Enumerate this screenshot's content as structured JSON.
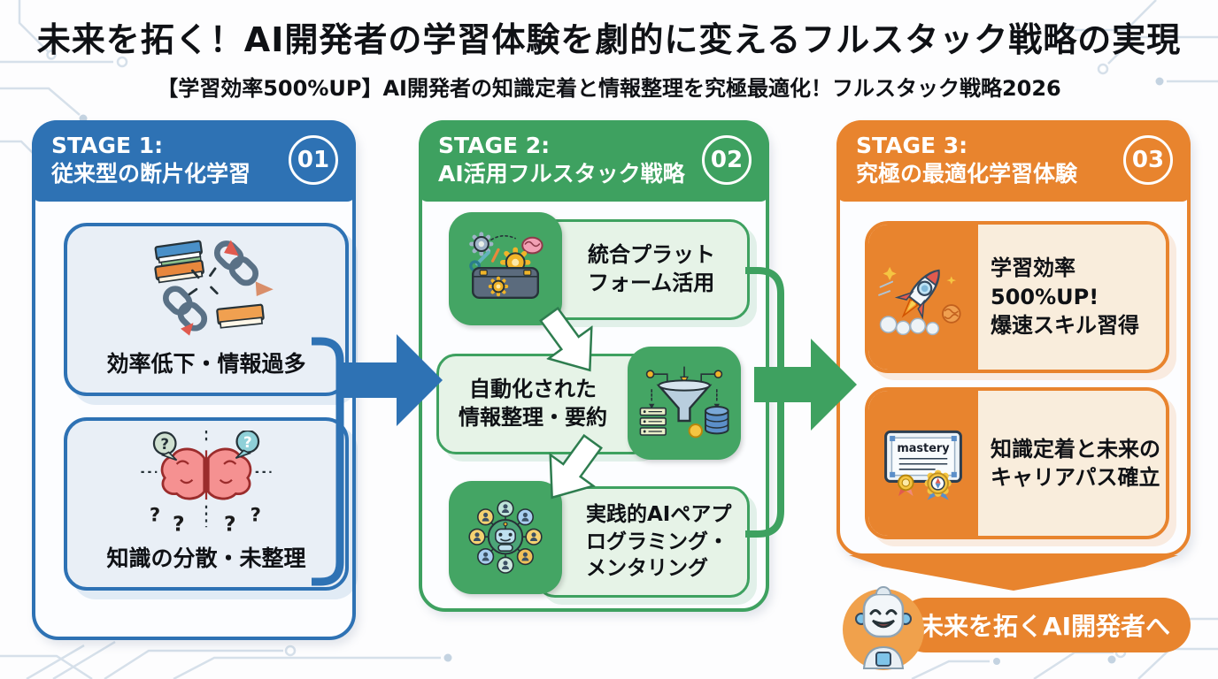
{
  "header": {
    "title": "未来を拓く！AI開発者の学習体験を劇的に変えるフルスタック戦略の実現",
    "subtitle": "【学習効率500%UP】AI開発者の知識定着と情報整理を究極最適化！フルスタック戦略2026"
  },
  "colors": {
    "stage1_blue": "#2e72b4",
    "stage2_green": "#3ea160",
    "stage3_orange": "#e8842e"
  },
  "stages": [
    {
      "label": "STAGE 1:",
      "name": "従来型の断片化学習",
      "number": "01",
      "cards": [
        {
          "icon": "broken-chain-books-icon",
          "text": "効率低下・情報過多"
        },
        {
          "icon": "scattered-brain-questions-icon",
          "text": "知識の分散・未整理"
        }
      ]
    },
    {
      "label": "STAGE 2:",
      "name": "AI活用フルスタック戦略",
      "number": "02",
      "cards": [
        {
          "icon": "integrated-toolbox-icon",
          "text": "統合プラット\nフォーム活用"
        },
        {
          "icon": "data-funnel-icon",
          "text": "自動化された\n情報整理・要約"
        },
        {
          "icon": "ai-pair-network-icon",
          "text": "実践的AIペアプ\nログラミング・\nメンタリング"
        }
      ]
    },
    {
      "label": "STAGE 3:",
      "name": "究極の最適化学習体験",
      "number": "03",
      "cards": [
        {
          "icon": "rocket-launch-icon",
          "text": "学習効率500%UP!\n爆速スキル習得"
        },
        {
          "icon": "mastery-certificate-icon",
          "text": "知識定着と未来の\nキャリアパス確立",
          "certificate_label": "mastery"
        }
      ]
    }
  ],
  "footer": {
    "badge_text": "未来を拓くAI開発者へ",
    "icon": "smiling-robot-avatar"
  }
}
